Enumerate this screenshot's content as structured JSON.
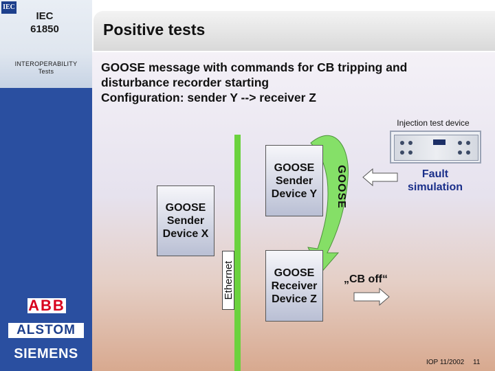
{
  "sidebar": {
    "logo_text": "IEC",
    "brand_line1": "IEC",
    "brand_line2": "61850",
    "interop_line1": "INTEROPERABILITY",
    "interop_line2": "Tests",
    "logos": {
      "abb": "ABB",
      "alstom": "ALSTOM",
      "siemens": "SIEMENS"
    }
  },
  "header": {
    "title": "Positive tests"
  },
  "subtitle": {
    "line1": "GOOSE message with commands for CB  tripping and",
    "line2": "disturbance recorder starting",
    "line3": "Configuration: sender Y --> receiver Z"
  },
  "diagram": {
    "injection_label": "Injection test device",
    "sender_y": [
      "GOOSE",
      "Sender",
      "Device Y"
    ],
    "sender_x": [
      "GOOSE",
      "Sender",
      "Device X"
    ],
    "receiver_z": [
      "GOOSE",
      "Receiver",
      "Device Z"
    ],
    "ethernet_label": "Ethernet",
    "goose_arrow_label": "GOOSE",
    "fault_line1": "Fault",
    "fault_line2": "simulation",
    "cb_off": "„CB off“"
  },
  "footer": {
    "date": "IOP 11/2002",
    "page": "11"
  },
  "colors": {
    "sidebar": "#2a4fa0",
    "ethernet": "#6bd23e",
    "goose_arrow": "#7be05a",
    "fault_text": "#1a2f8a"
  }
}
